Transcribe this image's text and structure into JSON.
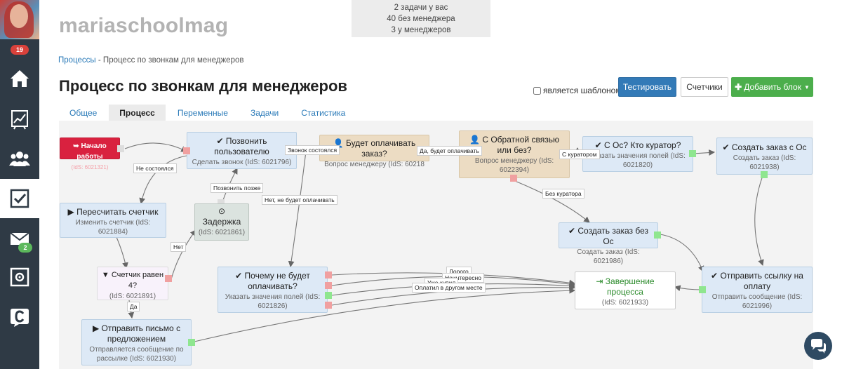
{
  "sidebar": {
    "notification_count": "19",
    "mail_badge": "2",
    "items": [
      {
        "icon": "home-icon"
      },
      {
        "icon": "chart-icon"
      },
      {
        "icon": "users-icon"
      },
      {
        "icon": "checklist-icon"
      },
      {
        "icon": "mail-icon"
      },
      {
        "icon": "settings-box-icon"
      },
      {
        "icon": "logo-c-icon"
      }
    ]
  },
  "header": {
    "brand": "mariaschoolmag",
    "tasks_info": [
      "2 задачи у вас",
      "40 без менеджера",
      "3 у менеджеров"
    ]
  },
  "breadcrumb": {
    "parent": "Процессы",
    "separator": " - ",
    "current": "Процесс по звонкам для менеджеров"
  },
  "page_title": "Процесс по звонкам для менеджеров",
  "toolbar": {
    "template_label": "является шаблоном",
    "test_label": "Тестировать",
    "counters_label": "Счетчики",
    "add_block_label": "Добавить блок"
  },
  "tabs": [
    "Общее",
    "Процесс",
    "Переменные",
    "Задачи",
    "Статистика"
  ],
  "active_tab": "Процесс",
  "blocks": {
    "start": {
      "title": "Начало работы",
      "sub": "(IdS: 6021321)"
    },
    "call": {
      "title": "Позвонить пользователю",
      "sub": "Сделать звонок (IdS: 6021796)"
    },
    "will_pay": {
      "title": "Будет оплачивать заказ?",
      "sub": "Вопрос менеджеру (IdS: 60218"
    },
    "feedback": {
      "title": "С Обратной связью или без?",
      "sub": "Вопрос менеджеру (IdS: 6022394)"
    },
    "curator": {
      "title": "С Ос? Кто куратор?",
      "sub": "Указать значения полей (IdS: 6021820)"
    },
    "order_with": {
      "title": "Создать заказ с Ос",
      "sub": "Создать заказ (IdS: 6021938)"
    },
    "recount": {
      "title": "Пересчитать счетчик",
      "sub": "Изменить счетчик (IdS: 6021884)"
    },
    "delay": {
      "title": "Задержка",
      "sub": "(IdS: 6021861)"
    },
    "order_without": {
      "title": "Создать заказ без Ос",
      "sub": "Создать заказ (IdS: 6021986)"
    },
    "counter_eq": {
      "title": "Счетчик равен 4?",
      "sub": "(IdS: 6021891)"
    },
    "why_not": {
      "title": "Почему не будет оплачивать?",
      "sub": "Указать значения полей (IdS: 6021826)"
    },
    "finish": {
      "title": "Завершение процесса",
      "sub": "(IdS: 6021933)"
    },
    "send_link": {
      "title": "Отправить ссылку на оплату",
      "sub": "Отправить сообщение (IdS: 6021996)"
    },
    "send_offer": {
      "title": "Отправить письмо с предложением",
      "sub": "Отправляется сообщение по рассылке (IdS: 6021930)"
    }
  },
  "edge_labels": {
    "no_answer": "Не состоялся",
    "call_done": "Звонок состоялся",
    "call_later": "Позвонить позже",
    "yes_will_pay": "Да, будет оплачивать",
    "no_wont_pay": "Нет, не будет оплачивать",
    "with_curator": "С куратором",
    "without_curator": "Без куратора",
    "no": "Нет",
    "yes": "Да",
    "paid_elsewhere": "Оплатил в другом месте",
    "uninteresting": "Неинтересно",
    "bought": "Уже купил",
    "expensive": "Дорого"
  },
  "colors": {
    "sidebar": "#2f3a45",
    "primary": "#337ab7",
    "success": "#4cae4c",
    "block_blue": "#dde9f6",
    "block_tan": "#ecdcc3",
    "start_red": "#d9213f"
  }
}
